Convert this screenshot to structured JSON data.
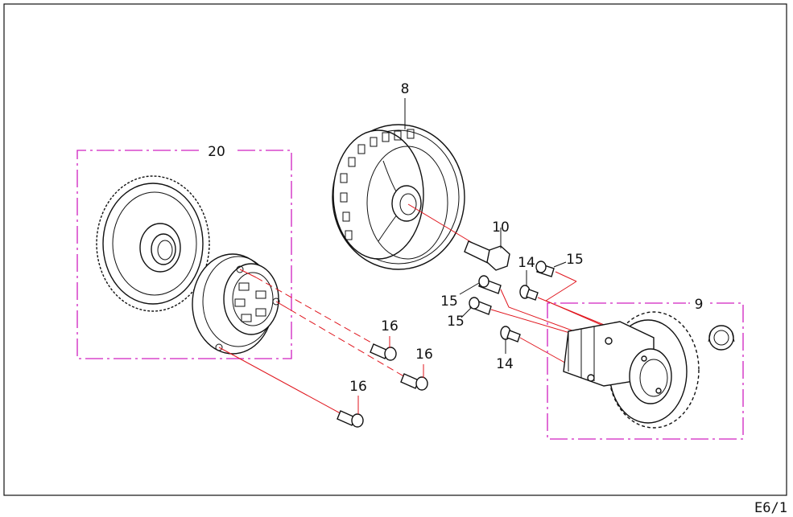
{
  "diagram": {
    "page_code": "E6/1",
    "colors": {
      "outline": "#111111",
      "leader_lines": "#e0161e",
      "group_box": "#d020c0"
    },
    "callouts": {
      "c20": "20",
      "c8": "8",
      "c10": "10",
      "c14a": "14",
      "c15a": "15",
      "c15b": "15",
      "c15c": "15",
      "c9": "9",
      "c14b": "14",
      "c16a": "16",
      "c16b": "16",
      "c16c": "16"
    }
  }
}
